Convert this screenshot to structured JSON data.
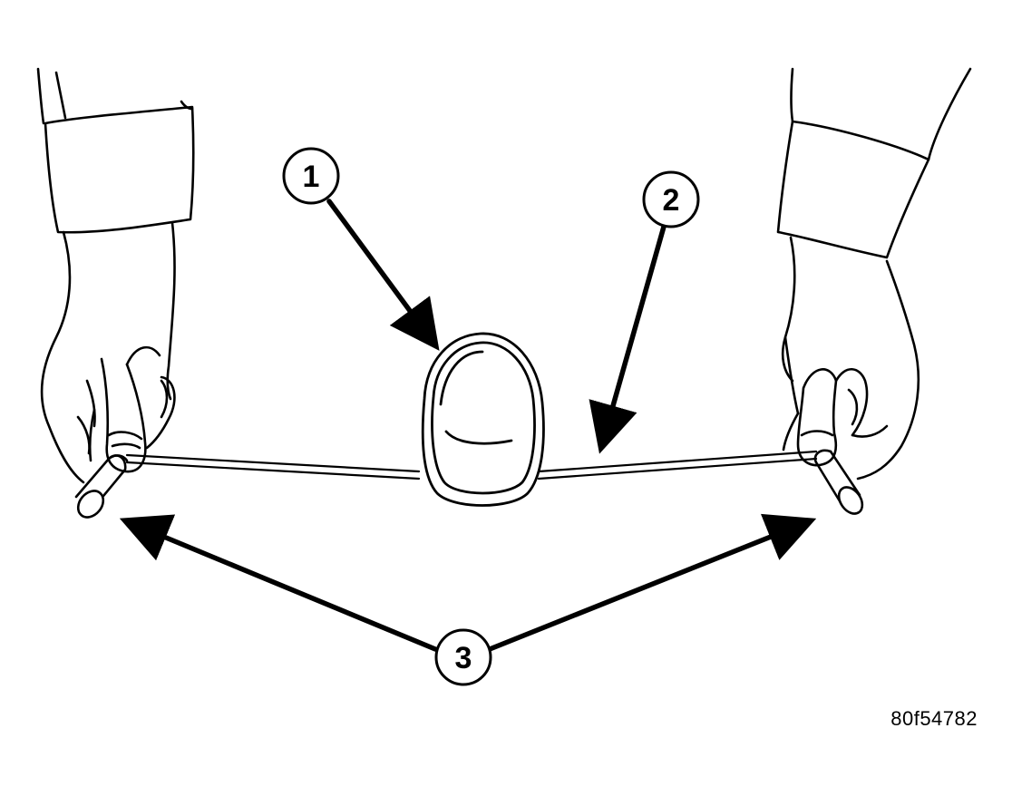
{
  "callouts": {
    "c1": "1",
    "c2": "2",
    "c3": "3"
  },
  "figure_id": "80f54782",
  "colors": {
    "line": "#000000",
    "background": "#ffffff"
  }
}
